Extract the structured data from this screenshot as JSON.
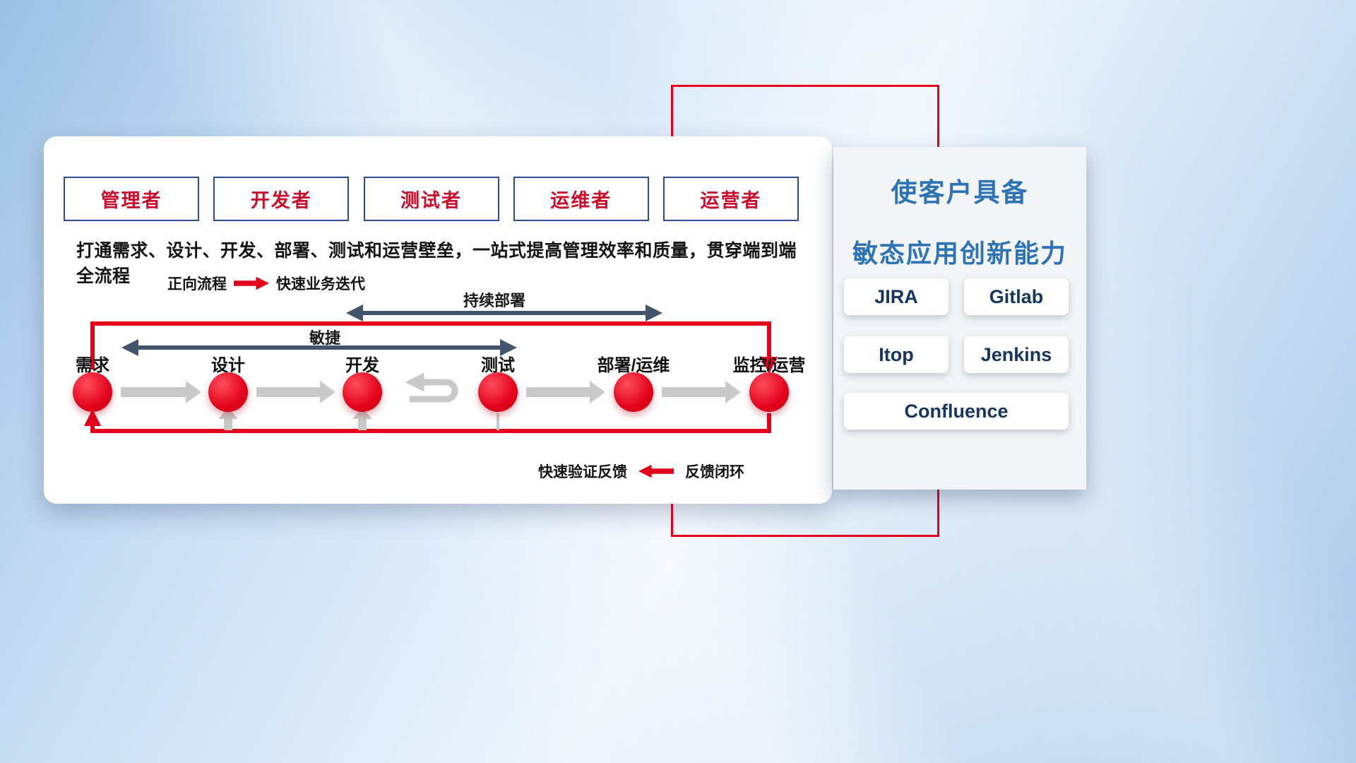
{
  "roles": [
    "管理者",
    "开发者",
    "测试者",
    "运维者",
    "运营者"
  ],
  "description": "打通需求、设计、开发、部署、测试和运营壁垒，一站式提高管理效率和质量，贯穿端到端全流程",
  "forward_legend": {
    "label": "正向流程",
    "desc": "快速业务迭代"
  },
  "feedback_legend": {
    "desc": "快速验证反馈",
    "label": "反馈闭环"
  },
  "flow_spans": {
    "continuous_deployment": "持续部署",
    "agile": "敏捷"
  },
  "stages": [
    "需求",
    "设计",
    "开发",
    "测试",
    "部署/运维",
    "监控/运营"
  ],
  "right_panel": {
    "title_line1": "使客户具备",
    "title_line2": "敏态应用创新能力",
    "tools": [
      "JIRA",
      "Gitlab",
      "Itop",
      "Jenkins",
      "Confluence"
    ]
  },
  "colors": {
    "accent_red": "#e2001a",
    "dark_arrow": "#44546a",
    "gray_arrow": "#c9c9c9",
    "role_text": "#c8102e",
    "role_border": "#2e4b8f",
    "title_blue": "#2e74b5",
    "tool_text": "#17365d"
  }
}
